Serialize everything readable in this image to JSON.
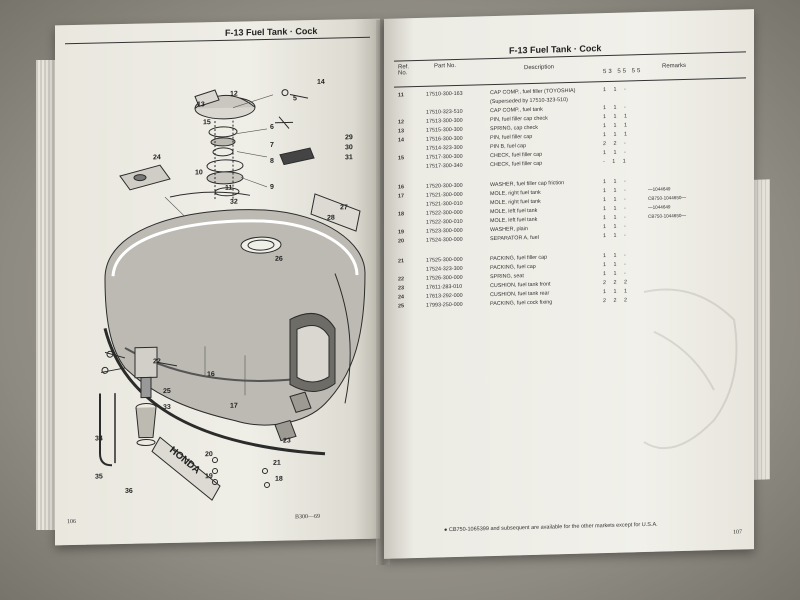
{
  "left_page": {
    "header": "F-13  Fuel Tank · Cock",
    "page_number": "106",
    "code": "B300—69",
    "diagram": {
      "callouts": [
        "12",
        "13",
        "14",
        "15",
        "5",
        "6",
        "7",
        "8",
        "9",
        "24",
        "10",
        "11",
        "32",
        "27",
        "28",
        "29",
        "30",
        "31",
        "26",
        "22",
        "25",
        "33",
        "34",
        "35",
        "36",
        "23",
        "16",
        "17",
        "20",
        "19",
        "21",
        "18"
      ],
      "emblem_text": "HONDA"
    }
  },
  "right_page": {
    "header": "F-13  Fuel Tank · Cock",
    "columns": {
      "ref": "Ref. No.",
      "part": "Part No.",
      "desc": "Description",
      "qty": "53 55 55",
      "remarks": "Remarks"
    },
    "rows": [
      {
        "ref": "11",
        "part": "17510-300-163",
        "desc": "CAP COMP., fuel filler (TOYOSHIA)",
        "qty": "1  1  -",
        "rem": ""
      },
      {
        "ref": "",
        "part": "",
        "desc": "(Superseded by 17510-323-510)",
        "qty": "",
        "rem": ""
      },
      {
        "ref": "",
        "part": "17510-323-510",
        "desc": "CAP COMP., fuel tank",
        "qty": "1  1  -",
        "rem": ""
      },
      {
        "ref": "12",
        "part": "17513-300-300",
        "desc": "PIN, fuel filler cap check",
        "qty": "1  1  1",
        "rem": ""
      },
      {
        "ref": "13",
        "part": "17515-300-300",
        "desc": "SPRING, cap check",
        "qty": "1  1  1",
        "rem": ""
      },
      {
        "ref": "14",
        "part": "17516-300-300",
        "desc": "PIN, fuel filler cap",
        "qty": "1  1  1",
        "rem": ""
      },
      {
        "ref": "",
        "part": "17514-323-300",
        "desc": "PIN B, fuel cap",
        "qty": "2  2  -",
        "rem": ""
      },
      {
        "ref": "15",
        "part": "17517-300-300",
        "desc": "CHECK, fuel filler cap",
        "qty": "1  1  -",
        "rem": ""
      },
      {
        "ref": "",
        "part": "17517-300-340",
        "desc": "CHECK, fuel filler cap",
        "qty": "-  1  1",
        "rem": ""
      },
      {
        "ref": "16",
        "part": "17520-300-300",
        "desc": "WASHER, fuel filler cap friction",
        "qty": "1  1  -",
        "rem": "",
        "gap": true
      },
      {
        "ref": "17",
        "part": "17521-300-000",
        "desc": "MOLE, right fuel tank",
        "qty": "1  1  -",
        "rem": "—1044649"
      },
      {
        "ref": "",
        "part": "17521-300-010",
        "desc": "MOLE, right fuel tank",
        "qty": "1  1  -",
        "rem": "CB750-1044650—"
      },
      {
        "ref": "18",
        "part": "17522-300-000",
        "desc": "MOLE, left fuel tank",
        "qty": "1  1  -",
        "rem": "—1044649"
      },
      {
        "ref": "",
        "part": "17522-300-010",
        "desc": "MOLE, left fuel tank",
        "qty": "1  1  -",
        "rem": "CB750-1044650—"
      },
      {
        "ref": "19",
        "part": "17523-300-000",
        "desc": "WASHER, plain",
        "qty": "1  1  -",
        "rem": ""
      },
      {
        "ref": "20",
        "part": "17524-300-000",
        "desc": "SEPARATOR A, fuel",
        "qty": "1  1  -",
        "rem": ""
      },
      {
        "ref": "21",
        "part": "17525-300-000",
        "desc": "PACKING, fuel filler cap",
        "qty": "1  1  -",
        "rem": "",
        "gap": true
      },
      {
        "ref": "",
        "part": "17524-323-300",
        "desc": "PACKING, fuel cap",
        "qty": "1  1  -",
        "rem": ""
      },
      {
        "ref": "22",
        "part": "17526-300-000",
        "desc": "SPRING, seat",
        "qty": "1  1  -",
        "rem": ""
      },
      {
        "ref": "23",
        "part": "17611-283-010",
        "desc": "CUSHION, fuel tank front",
        "qty": "2  2  2",
        "rem": ""
      },
      {
        "ref": "24",
        "part": "17613-292-000",
        "desc": "CUSHION, fuel tank rear",
        "qty": "1  1  1",
        "rem": ""
      },
      {
        "ref": "25",
        "part": "17993-250-000",
        "desc": "PACKING, fuel cock fixing",
        "qty": "2  2  2",
        "rem": ""
      }
    ],
    "footnote": "● CB750-1065399 and subsequent are available for the other markets except for U.S.A.",
    "page_number": "107"
  },
  "colors": {
    "paper": "#efeee7",
    "ink": "#222222",
    "table": "#9b988f"
  }
}
